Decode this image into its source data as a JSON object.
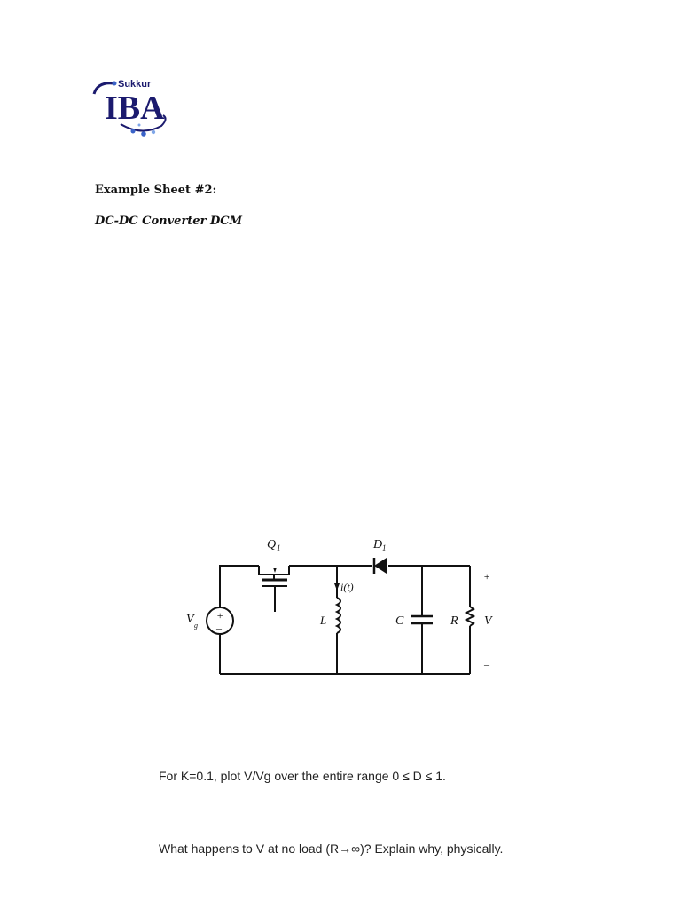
{
  "logo": {
    "top_text": "Sukkur",
    "main_text": "IBA",
    "colors": {
      "navy": "#1b1a6e",
      "blue": "#3a63c8",
      "light_blue": "#7fa6e8"
    }
  },
  "heading": "Example Sheet #2:",
  "subheading": "DC-DC Converter DCM",
  "circuit": {
    "labels": {
      "switch": "Q",
      "switch_sub": "1",
      "diode": "D",
      "diode_sub": "1",
      "current": "i(t)",
      "inductor": "L",
      "source": "V",
      "source_sub": "g",
      "capacitor": "C",
      "resistor": "R",
      "output": "V",
      "plus": "+",
      "minus": "–",
      "src_plus": "+",
      "src_minus": "–"
    }
  },
  "questions": [
    "For K=0.1, plot V/Vg over the entire range 0 ≤ D ≤ 1.",
    "What happens to V at no load (R→∞)? Explain why, physically."
  ]
}
